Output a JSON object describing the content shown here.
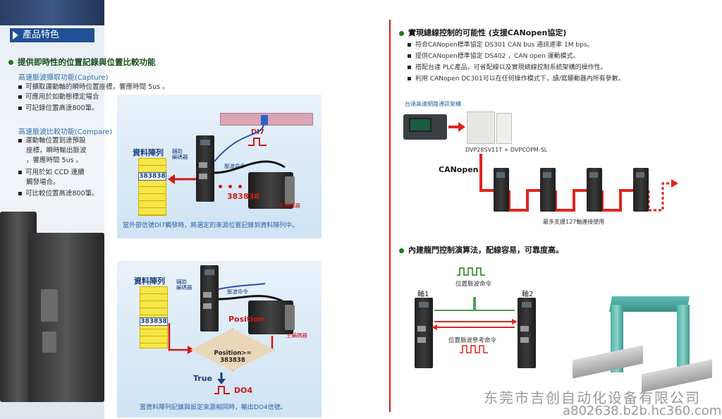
{
  "left": {
    "section_tab": "產品特色",
    "heading": "提供即時性的位置記錄與位置比較功能",
    "capture": {
      "title": "高速脈波擷取功能(Capture)",
      "items": [
        "可擷取運動軸的瞬時位置座標，響應時間 5us 。",
        "可應用於如動態標定場合",
        "可記錄位置高達800筆。"
      ]
    },
    "compare": {
      "title": "高速脈波比較功能(Compare)",
      "items": [
        "運動軸位置到達預設",
        "座標，瞬時輸出脈波",
        "，響應時間 5us 。",
        "可用於如 CCD 連續",
        "觸發場合。",
        "可比較位置高達800筆。"
      ]
    },
    "diagram1": {
      "memory_label": "資料陣列",
      "memory_value": "383838",
      "di_label": "DI7",
      "aux_encoder": "輔助\n編碼器",
      "pulse_cmd": "脈波命令",
      "moving_value": "383838",
      "main_encoder": "主編碼器",
      "caption": "當外部信號DI7觸發時，將選定的來源位置記錄到資料陣列中。"
    },
    "diagram2": {
      "memory_label": "資料陣列",
      "memory_value": "383838",
      "aux_encoder": "輔助\n編碼器",
      "pulse_cmd": "脈波命令",
      "position_label": "Position",
      "main_encoder": "主編碼器",
      "condition_line1": "Position>=",
      "condition_line2": "383838",
      "true_label": "True",
      "do_label": "DO4",
      "caption": "當資料陣列記錄與設定來源相同時，輸出DO4信號。"
    }
  },
  "right": {
    "heading1": "實現總線控制的可能性 (支援CANopen協定)",
    "items1": [
      "符合CANopen標準協定 DS301 CAN bus 通訊速率 1M bps。",
      "提供CANopen標準協定 DS402 ，CAN open  運動模式。",
      "搭配台達 PLC產品，可省配線以及實現總線控制系統架構的操作性。",
      "利用 CANopen DC301可以在任何操作模式下，讀/寫驅動器內所有參數。"
    ],
    "net_title": "台達高速網路通訊架構",
    "plc_model": "DVP28SV11T + DVPCOPM-SL",
    "canopen_label": "CANopen",
    "max_axes": "最多支援127軸連接使用",
    "heading2": "內建龍門控制演算法，配線容易，可靠度高。",
    "axis1": "軸1",
    "axis2": "軸2",
    "pos_cmd": "位置脈波命令",
    "pos_ref_cmd": "位置脈波參考命令"
  },
  "watermark": {
    "company": "东莞市吉创自动化设备有限公司",
    "url": "a802638.b2b.hc360.com"
  },
  "colors": {
    "accent_blue": "#1f4f95",
    "heading_green": "#1a7a1a",
    "network_red": "#e0251f",
    "memory_yellow": "#f7e64a"
  }
}
